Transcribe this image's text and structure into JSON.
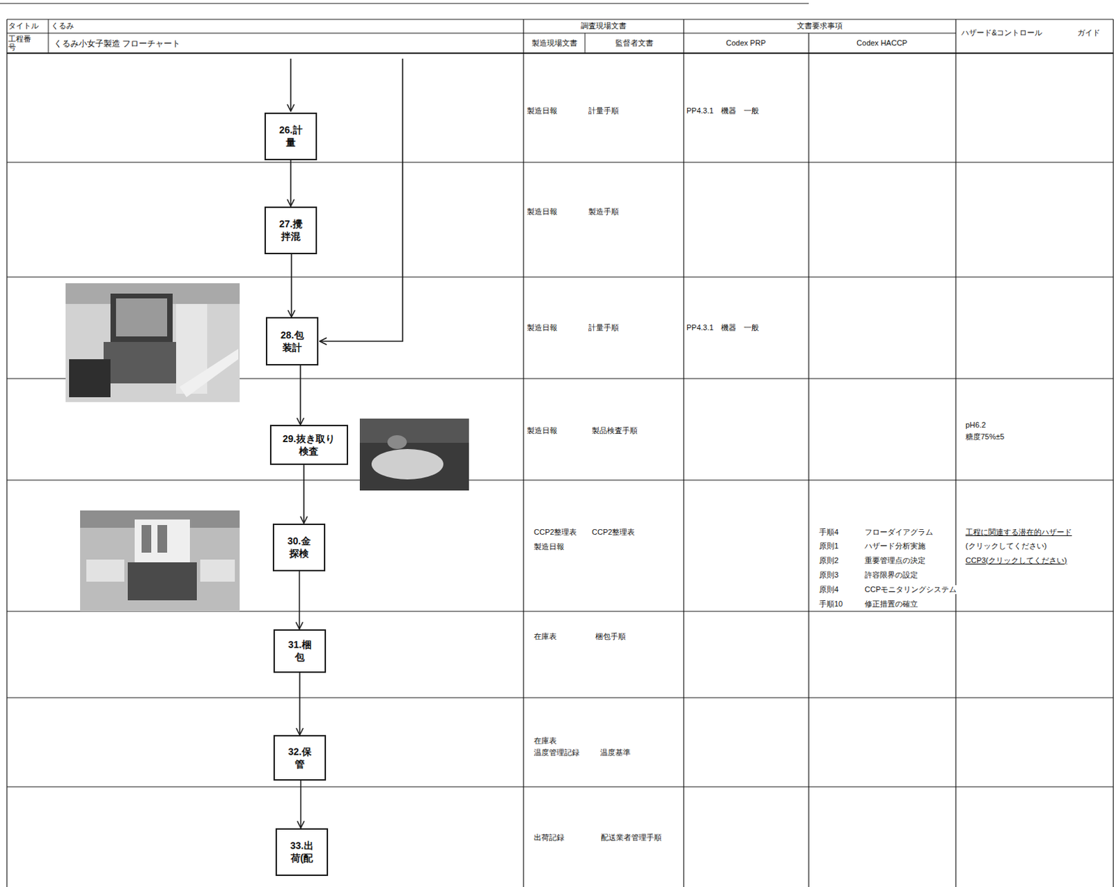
{
  "diagram": {
    "nodes": [
      {
        "text": [
          "26.計量"
        ]
      },
      {
        "text": [
          "27.攪拌混"
        ]
      },
      {
        "text": [
          "28.包装計"
        ]
      },
      {
        "text": [
          "29.抜き取り検査"
        ]
      },
      {
        "text": [
          "30.金探検"
        ]
      },
      {
        "text": [
          "31.梱包"
        ]
      },
      {
        "text": [
          "32.保管"
        ]
      },
      {
        "text": [
          "33.出荷(配"
        ]
      }
    ],
    "edges": [
      {
        "from": 0,
        "to": 1,
        "arrow": "to"
      },
      {
        "from": 1,
        "to": 2,
        "arrow": "to"
      },
      {
        "from": 2,
        "to": 3,
        "arrow": "to"
      },
      {
        "from": 3,
        "to": 4,
        "arrow": "to"
      },
      {
        "from": 4,
        "to": 5,
        "arrow": "to"
      },
      {
        "from": 5,
        "to": 6,
        "arrow": "to"
      },
      {
        "from": 6,
        "to": 7,
        "arrow": "to"
      }
    ],
    "labels": [
      "タイトル",
      "くるみ",
      "工程番号",
      "くるみ小女子製造 フローチャート",
      "調査現場文書",
      "文書要求事項",
      "ハザード&コントロール",
      "ガイド",
      "製造現場文書",
      "監督者文書",
      "Codex PRP",
      "Codex HACCP",
      "製造日報",
      "計量手順",
      "PP4.3.1　機器　一般",
      "製造日報",
      "製造手順",
      "製造日報",
      "計量手順",
      "PP4.3.1　機器　一般",
      "製造日報",
      "製品検査手順",
      "pH6.2",
      "糖度75%±5",
      "CCP2整理表",
      "CCP2整理表",
      "製造日報",
      "手順4",
      "フローダイアグラム",
      "原則1",
      "ハザード分析実施",
      "原則2",
      "重要管理点の決定",
      "原則3",
      "許容限界の設定",
      "原則4",
      "CCPモニタリングシステム",
      "手順10",
      "修正措置の確立",
      "工程に関連する潜在的ハザード",
      "(クリックしてください)",
      "CCP3(クリックしてください)",
      "在庫表",
      "梱包手順",
      "在庫表",
      "温度管理記録",
      "温度基準",
      "出荷記録",
      "配送業者管理手順"
    ]
  }
}
